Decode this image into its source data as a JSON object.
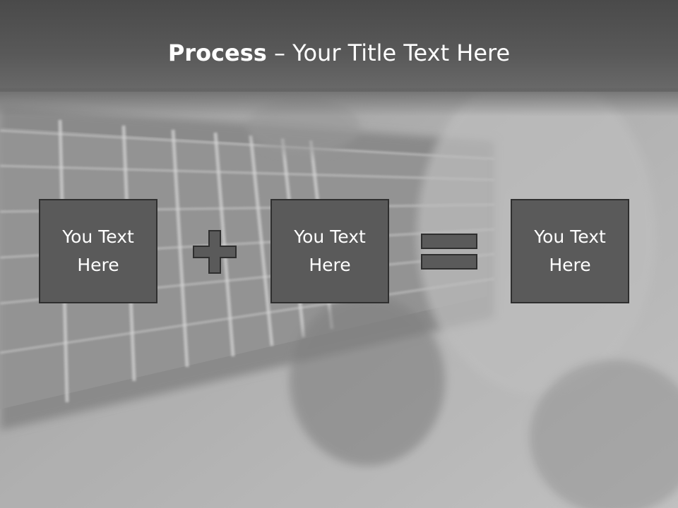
{
  "title": {
    "bold": "Process",
    "separator": " – ",
    "rest": "Your Title Text Here"
  },
  "process": {
    "boxes": [
      {
        "text": "You Text Here"
      },
      {
        "text": "You Text Here"
      },
      {
        "text": "You Text Here"
      }
    ],
    "operators": [
      "plus-icon",
      "equals-icon"
    ]
  },
  "colors": {
    "title_bar": "#4a4a4a",
    "box_fill": "#5a5a5a",
    "box_border": "#2f2f2f",
    "text": "#ffffff"
  }
}
